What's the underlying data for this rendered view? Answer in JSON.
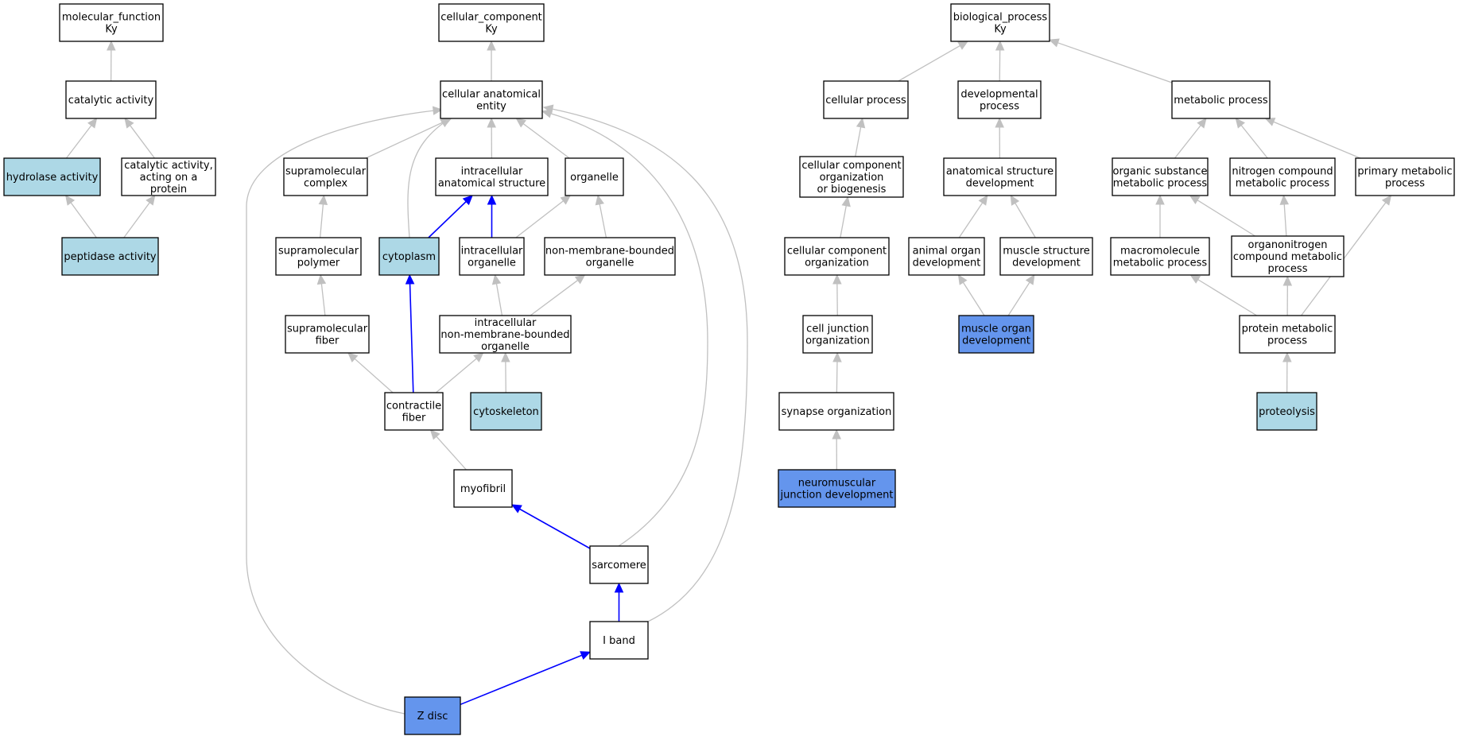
{
  "colors": {
    "background": "#ffffff",
    "node_default": "#ffffff",
    "node_light": "#add8e6",
    "node_strong": "#6495ed",
    "edge_default": "#c0c0c0",
    "edge_highlight": "#0000ff"
  },
  "nodes": [
    {
      "id": "mf",
      "label": [
        "molecular_function",
        "Ky"
      ],
      "style": "default"
    },
    {
      "id": "catalytic",
      "label": [
        "catalytic activity"
      ],
      "style": "default"
    },
    {
      "id": "hydrolase",
      "label": [
        "hydrolase activity"
      ],
      "style": "light"
    },
    {
      "id": "catprot",
      "label": [
        "catalytic activity,",
        "acting on a",
        "protein"
      ],
      "style": "default"
    },
    {
      "id": "peptidase",
      "label": [
        "peptidase activity"
      ],
      "style": "light"
    },
    {
      "id": "cc",
      "label": [
        "cellular_component",
        "Ky"
      ],
      "style": "default"
    },
    {
      "id": "cae",
      "label": [
        "cellular anatomical",
        "entity"
      ],
      "style": "default"
    },
    {
      "id": "supcomplex",
      "label": [
        "supramolecular",
        "complex"
      ],
      "style": "default"
    },
    {
      "id": "ias",
      "label": [
        "intracellular",
        "anatomical structure"
      ],
      "style": "default"
    },
    {
      "id": "organelle",
      "label": [
        "organelle"
      ],
      "style": "default"
    },
    {
      "id": "suppolymer",
      "label": [
        "supramolecular",
        "polymer"
      ],
      "style": "default"
    },
    {
      "id": "cytoplasm",
      "label": [
        "cytoplasm"
      ],
      "style": "light"
    },
    {
      "id": "intorg",
      "label": [
        "intracellular",
        "organelle"
      ],
      "style": "default"
    },
    {
      "id": "nmbo",
      "label": [
        "non-membrane-bounded",
        "organelle"
      ],
      "style": "default"
    },
    {
      "id": "supfiber",
      "label": [
        "supramolecular",
        "fiber"
      ],
      "style": "default"
    },
    {
      "id": "inmbo",
      "label": [
        "intracellular",
        "non-membrane-bounded",
        "organelle"
      ],
      "style": "default"
    },
    {
      "id": "contractile",
      "label": [
        "contractile",
        "fiber"
      ],
      "style": "default"
    },
    {
      "id": "cytoskeleton",
      "label": [
        "cytoskeleton"
      ],
      "style": "light"
    },
    {
      "id": "myofibril",
      "label": [
        "myofibril"
      ],
      "style": "default"
    },
    {
      "id": "sarcomere",
      "label": [
        "sarcomere"
      ],
      "style": "default"
    },
    {
      "id": "iband",
      "label": [
        "I band"
      ],
      "style": "default"
    },
    {
      "id": "zdisc",
      "label": [
        "Z disc"
      ],
      "style": "strong"
    },
    {
      "id": "bp",
      "label": [
        "biological_process",
        "Ky"
      ],
      "style": "default"
    },
    {
      "id": "cellproc",
      "label": [
        "cellular process"
      ],
      "style": "default"
    },
    {
      "id": "devproc",
      "label": [
        "developmental",
        "process"
      ],
      "style": "default"
    },
    {
      "id": "metproc",
      "label": [
        "metabolic process"
      ],
      "style": "default"
    },
    {
      "id": "ccob",
      "label": [
        "cellular component",
        "organization",
        "or biogenesis"
      ],
      "style": "default"
    },
    {
      "id": "asd",
      "label": [
        "anatomical structure",
        "development"
      ],
      "style": "default"
    },
    {
      "id": "osmp",
      "label": [
        "organic substance",
        "metabolic process"
      ],
      "style": "default"
    },
    {
      "id": "ncmp",
      "label": [
        "nitrogen compound",
        "metabolic process"
      ],
      "style": "default"
    },
    {
      "id": "pmp",
      "label": [
        "primary metabolic",
        "process"
      ],
      "style": "default"
    },
    {
      "id": "cco",
      "label": [
        "cellular component",
        "organization"
      ],
      "style": "default"
    },
    {
      "id": "aod",
      "label": [
        "animal organ",
        "development"
      ],
      "style": "default"
    },
    {
      "id": "msd",
      "label": [
        "muscle structure",
        "development"
      ],
      "style": "default"
    },
    {
      "id": "mmp",
      "label": [
        "macromolecule",
        "metabolic process"
      ],
      "style": "default"
    },
    {
      "id": "oncmp",
      "label": [
        "organonitrogen",
        "compound metabolic",
        "process"
      ],
      "style": "default"
    },
    {
      "id": "cjo",
      "label": [
        "cell junction",
        "organization"
      ],
      "style": "default"
    },
    {
      "id": "mod",
      "label": [
        "muscle organ",
        "development"
      ],
      "style": "strong"
    },
    {
      "id": "protmp",
      "label": [
        "protein metabolic",
        "process"
      ],
      "style": "default"
    },
    {
      "id": "synorg",
      "label": [
        "synapse organization"
      ],
      "style": "default"
    },
    {
      "id": "proteolysis",
      "label": [
        "proteolysis"
      ],
      "style": "light"
    },
    {
      "id": "nmjd",
      "label": [
        "neuromuscular",
        "junction development"
      ],
      "style": "strong"
    }
  ],
  "edges": [
    {
      "from": "catalytic",
      "to": "mf",
      "color": "default"
    },
    {
      "from": "hydrolase",
      "to": "catalytic",
      "color": "default"
    },
    {
      "from": "catprot",
      "to": "catalytic",
      "color": "default"
    },
    {
      "from": "peptidase",
      "to": "hydrolase",
      "color": "default"
    },
    {
      "from": "peptidase",
      "to": "catprot",
      "color": "default"
    },
    {
      "from": "cae",
      "to": "cc",
      "color": "default"
    },
    {
      "from": "supcomplex",
      "to": "cae",
      "color": "default"
    },
    {
      "from": "ias",
      "to": "cae",
      "color": "default"
    },
    {
      "from": "organelle",
      "to": "cae",
      "color": "default"
    },
    {
      "from": "cytoplasm",
      "to": "cae",
      "color": "default"
    },
    {
      "from": "sarcomere",
      "to": "cae",
      "color": "default"
    },
    {
      "from": "iband",
      "to": "cae",
      "color": "default"
    },
    {
      "from": "zdisc",
      "to": "cae",
      "color": "default"
    },
    {
      "from": "suppolymer",
      "to": "supcomplex",
      "color": "default"
    },
    {
      "from": "cytoplasm",
      "to": "ias",
      "color": "highlight"
    },
    {
      "from": "intorg",
      "to": "ias",
      "color": "highlight"
    },
    {
      "from": "intorg",
      "to": "organelle",
      "color": "default"
    },
    {
      "from": "nmbo",
      "to": "organelle",
      "color": "default"
    },
    {
      "from": "supfiber",
      "to": "suppolymer",
      "color": "default"
    },
    {
      "from": "inmbo",
      "to": "intorg",
      "color": "default"
    },
    {
      "from": "inmbo",
      "to": "nmbo",
      "color": "default"
    },
    {
      "from": "contractile",
      "to": "supfiber",
      "color": "default"
    },
    {
      "from": "contractile",
      "to": "inmbo",
      "color": "default"
    },
    {
      "from": "contractile",
      "to": "cytoplasm",
      "color": "highlight"
    },
    {
      "from": "cytoskeleton",
      "to": "inmbo",
      "color": "default"
    },
    {
      "from": "myofibril",
      "to": "contractile",
      "color": "default"
    },
    {
      "from": "sarcomere",
      "to": "myofibril",
      "color": "highlight"
    },
    {
      "from": "iband",
      "to": "sarcomere",
      "color": "highlight"
    },
    {
      "from": "zdisc",
      "to": "iband",
      "color": "highlight"
    },
    {
      "from": "cellproc",
      "to": "bp",
      "color": "default"
    },
    {
      "from": "devproc",
      "to": "bp",
      "color": "default"
    },
    {
      "from": "metproc",
      "to": "bp",
      "color": "default"
    },
    {
      "from": "ccob",
      "to": "cellproc",
      "color": "default"
    },
    {
      "from": "asd",
      "to": "devproc",
      "color": "default"
    },
    {
      "from": "osmp",
      "to": "metproc",
      "color": "default"
    },
    {
      "from": "ncmp",
      "to": "metproc",
      "color": "default"
    },
    {
      "from": "pmp",
      "to": "metproc",
      "color": "default"
    },
    {
      "from": "cco",
      "to": "ccob",
      "color": "default"
    },
    {
      "from": "aod",
      "to": "asd",
      "color": "default"
    },
    {
      "from": "msd",
      "to": "asd",
      "color": "default"
    },
    {
      "from": "mmp",
      "to": "osmp",
      "color": "default"
    },
    {
      "from": "oncmp",
      "to": "osmp",
      "color": "default"
    },
    {
      "from": "oncmp",
      "to": "ncmp",
      "color": "default"
    },
    {
      "from": "cjo",
      "to": "cco",
      "color": "default"
    },
    {
      "from": "mod",
      "to": "aod",
      "color": "default"
    },
    {
      "from": "mod",
      "to": "msd",
      "color": "default"
    },
    {
      "from": "protmp",
      "to": "mmp",
      "color": "default"
    },
    {
      "from": "protmp",
      "to": "oncmp",
      "color": "default"
    },
    {
      "from": "protmp",
      "to": "pmp",
      "color": "default"
    },
    {
      "from": "synorg",
      "to": "cjo",
      "color": "default"
    },
    {
      "from": "proteolysis",
      "to": "protmp",
      "color": "default"
    },
    {
      "from": "nmjd",
      "to": "synorg",
      "color": "default"
    }
  ]
}
